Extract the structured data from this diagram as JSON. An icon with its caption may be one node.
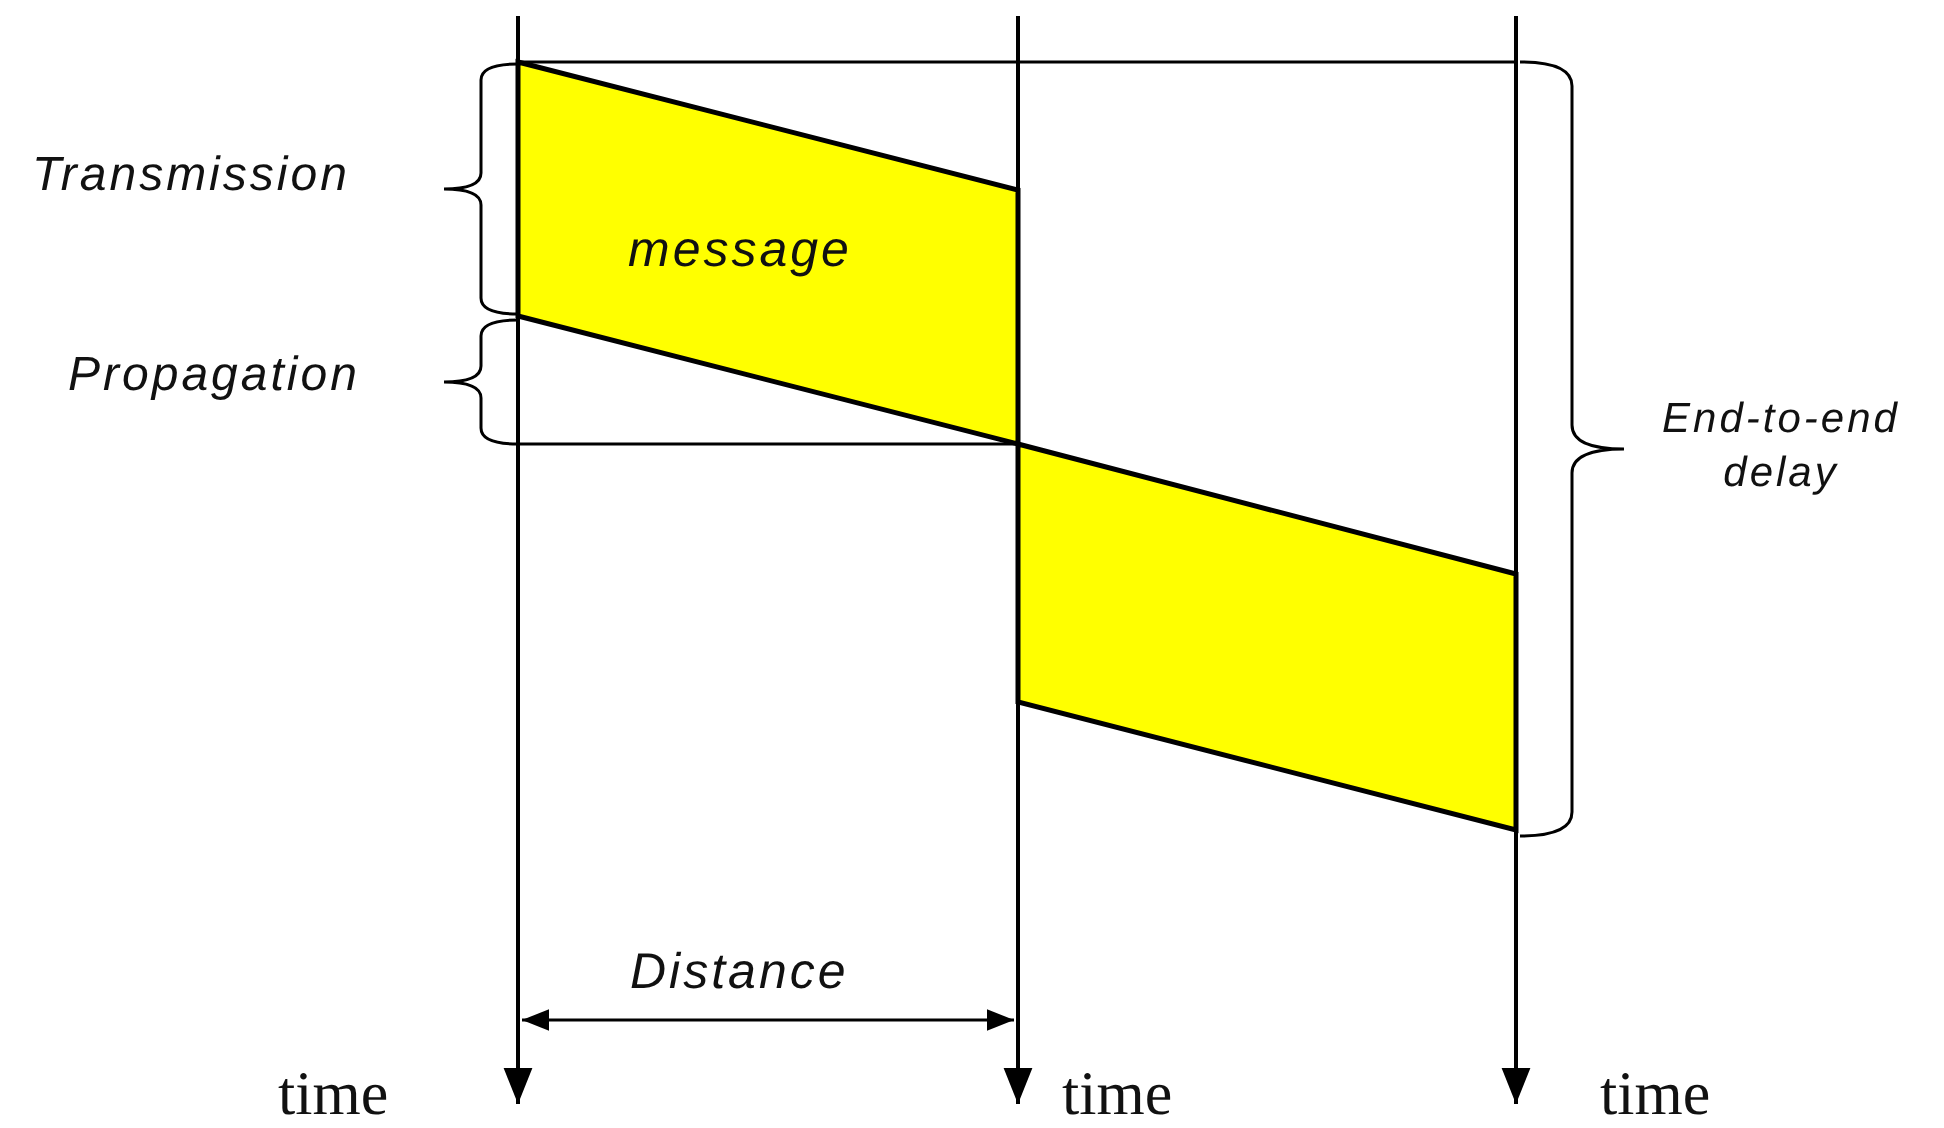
{
  "diagram": {
    "nodes": [
      {
        "text": [
          "message"
        ]
      },
      {
        "text": [],
        "shape": "parallelogram"
      }
    ],
    "labels": [
      "Transmission",
      "Propagation",
      "End-to-end delay",
      "Distance",
      "time",
      "time",
      "time"
    ]
  }
}
